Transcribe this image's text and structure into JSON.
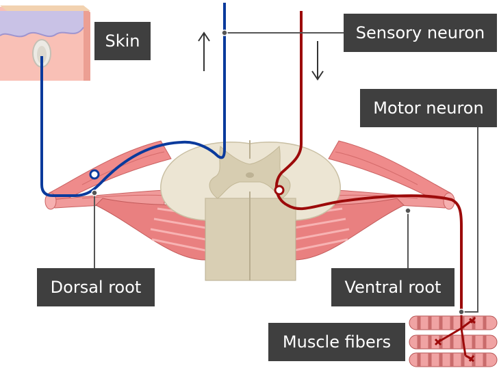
{
  "labels": {
    "skin": "Skin",
    "sensory_neuron": "Sensory neuron",
    "motor_neuron": "Motor neuron",
    "dorsal_root": "Dorsal root",
    "ventral_root": "Ventral root",
    "muscle_fibers": "Muscle fibers"
  },
  "colors": {
    "sensory": "#0a3a9c",
    "motor": "#9c0a0a",
    "label_bg": "#3f3f3f",
    "leader_line": "#555555",
    "nerve_root": "#ef8b8b",
    "spinal_cord": "#ece5d3",
    "gray_matter": "#d7cdb1",
    "skin_surface": "#c9c2e6",
    "skin_tissue": "#f9c0b6"
  },
  "icons": {
    "signal_up": "arrow-up-icon",
    "signal_down": "arrow-down-icon"
  }
}
